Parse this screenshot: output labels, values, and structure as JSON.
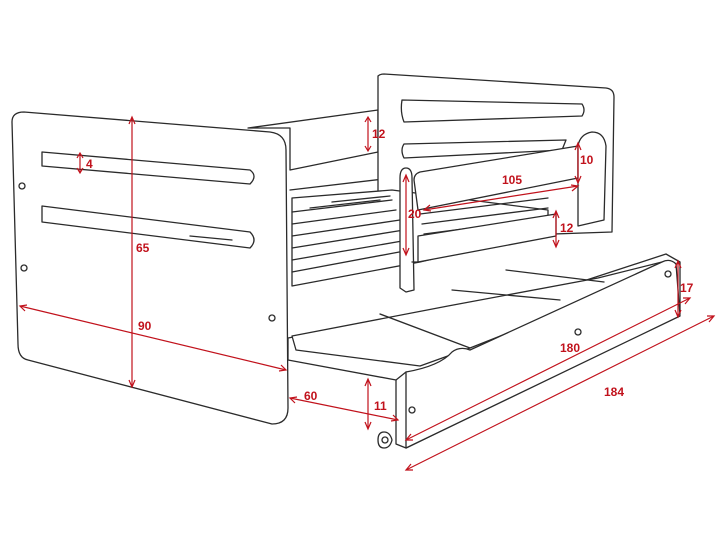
{
  "diagram": {
    "subject": "children's bed with pull-out drawer",
    "dimension_color": "#c1121c",
    "line_color": "#2b2b2b",
    "dimensions": {
      "headboard_slot_height": "4",
      "back_rail_height": "12",
      "headboard_height": "65",
      "bed_width": "90",
      "drawer_depth": "60",
      "drawer_height": "11",
      "side_rail_height": "10",
      "guard_length": "105",
      "rail_gap": "20",
      "lower_rail_height": "12",
      "drawer_front_height": "17",
      "drawer_length": "180",
      "bed_length": "184"
    }
  }
}
